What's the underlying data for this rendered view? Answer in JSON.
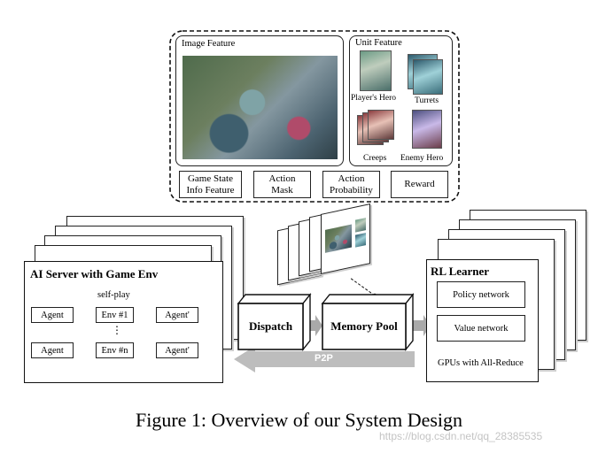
{
  "top_panel": {
    "image_feature_title": "Image Feature",
    "unit_feature_title": "Unit Feature",
    "units": [
      {
        "label": "Player's Hero"
      },
      {
        "label": "Turrets"
      },
      {
        "label": "Creeps"
      },
      {
        "label": "Enemy Hero"
      }
    ],
    "features": [
      {
        "label": "Game State Info Feature"
      },
      {
        "label": "Action Mask"
      },
      {
        "label": "Action Probability"
      },
      {
        "label": "Reward"
      }
    ]
  },
  "ai_server": {
    "title": "AI Server with Game Env",
    "self_play": "self-play",
    "agent": "Agent",
    "env1": "Env #1",
    "envn": "Env #n",
    "agent_prime": "Agent'",
    "dots": "⋮"
  },
  "dispatch": "Dispatch",
  "memory_pool": "Memory Pool",
  "rl_learner": {
    "title": "RL Learner",
    "policy": "Policy network",
    "value": "Value network",
    "gpus": "GPUs with All-Reduce"
  },
  "p2p": "P2P",
  "caption": "Figure 1: Overview of our System Design",
  "watermark": "https://blog.csdn.net/qq_28385535",
  "colors": {
    "arrow_gray": "#a9a9a9",
    "p2p_band": "#bdbdbd"
  }
}
